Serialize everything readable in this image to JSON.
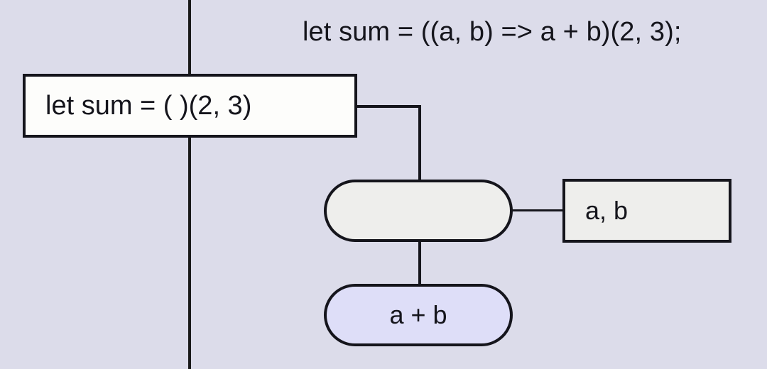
{
  "diagram": {
    "type": "ast-call-expression",
    "background_color": "#dcdcea",
    "stroke_color": "#15151c",
    "caption": "let sum = ((a, b) => a + b)(2, 3);",
    "nodes": [
      {
        "id": "call",
        "label": "let sum = ( )(2, 3)",
        "shape": "rectangle",
        "fill": "#fdfdfb"
      },
      {
        "id": "function",
        "label": "",
        "shape": "stadium",
        "fill": "#eeeeec"
      },
      {
        "id": "params",
        "label": "a, b",
        "shape": "rectangle",
        "fill": "#eeeeec"
      },
      {
        "id": "body",
        "label": "a + b",
        "shape": "stadium",
        "fill": "#dedef8"
      }
    ],
    "edges": [
      {
        "from": "call",
        "to": "function"
      },
      {
        "from": "function",
        "to": "params"
      },
      {
        "from": "function",
        "to": "body"
      }
    ]
  }
}
